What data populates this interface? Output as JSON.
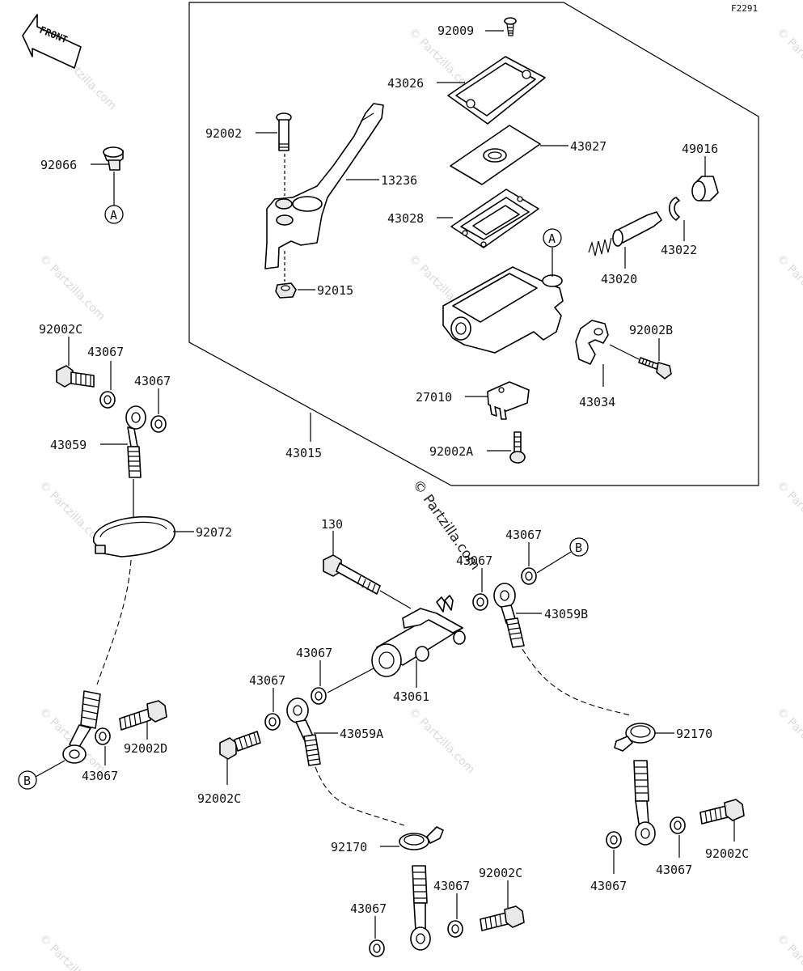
{
  "diagram_code": "F2291",
  "front_label": "FRONT",
  "watermark": "© Partzilla.com",
  "parts": {
    "p92009": "92009",
    "p43026": "43026",
    "p43027": "43027",
    "p43028": "43028",
    "p92002": "92002",
    "p13236": "13236",
    "p92015": "92015",
    "p49016": "49016",
    "p43022": "43022",
    "p43020": "43020",
    "p92002B": "92002B",
    "p43034": "43034",
    "p27010": "27010",
    "p92002A": "92002A",
    "p43015": "43015",
    "p92066": "92066",
    "p92002C_1": "92002C",
    "p43067_1": "43067",
    "p43067_2": "43067",
    "p43059": "43059",
    "p92072": "92072",
    "p92002D": "92002D",
    "p43067_3": "43067",
    "p130": "130",
    "p43067_4": "43067",
    "p43067_5": "43067",
    "p43059B": "43059B",
    "p43067_6": "43067",
    "p43067_7": "43067",
    "p43061": "43061",
    "p43059A": "43059A",
    "p92002C_2": "92002C",
    "p92170_1": "92170",
    "p92170_2": "92170",
    "p92002C_3": "92002C",
    "p43067_8": "43067",
    "p43067_9": "43067",
    "p92002C_4": "92002C",
    "p43067_10": "43067",
    "p43067_11": "43067"
  },
  "callouts": {
    "a1": "A",
    "a2": "A",
    "b1": "B",
    "b2": "B"
  }
}
